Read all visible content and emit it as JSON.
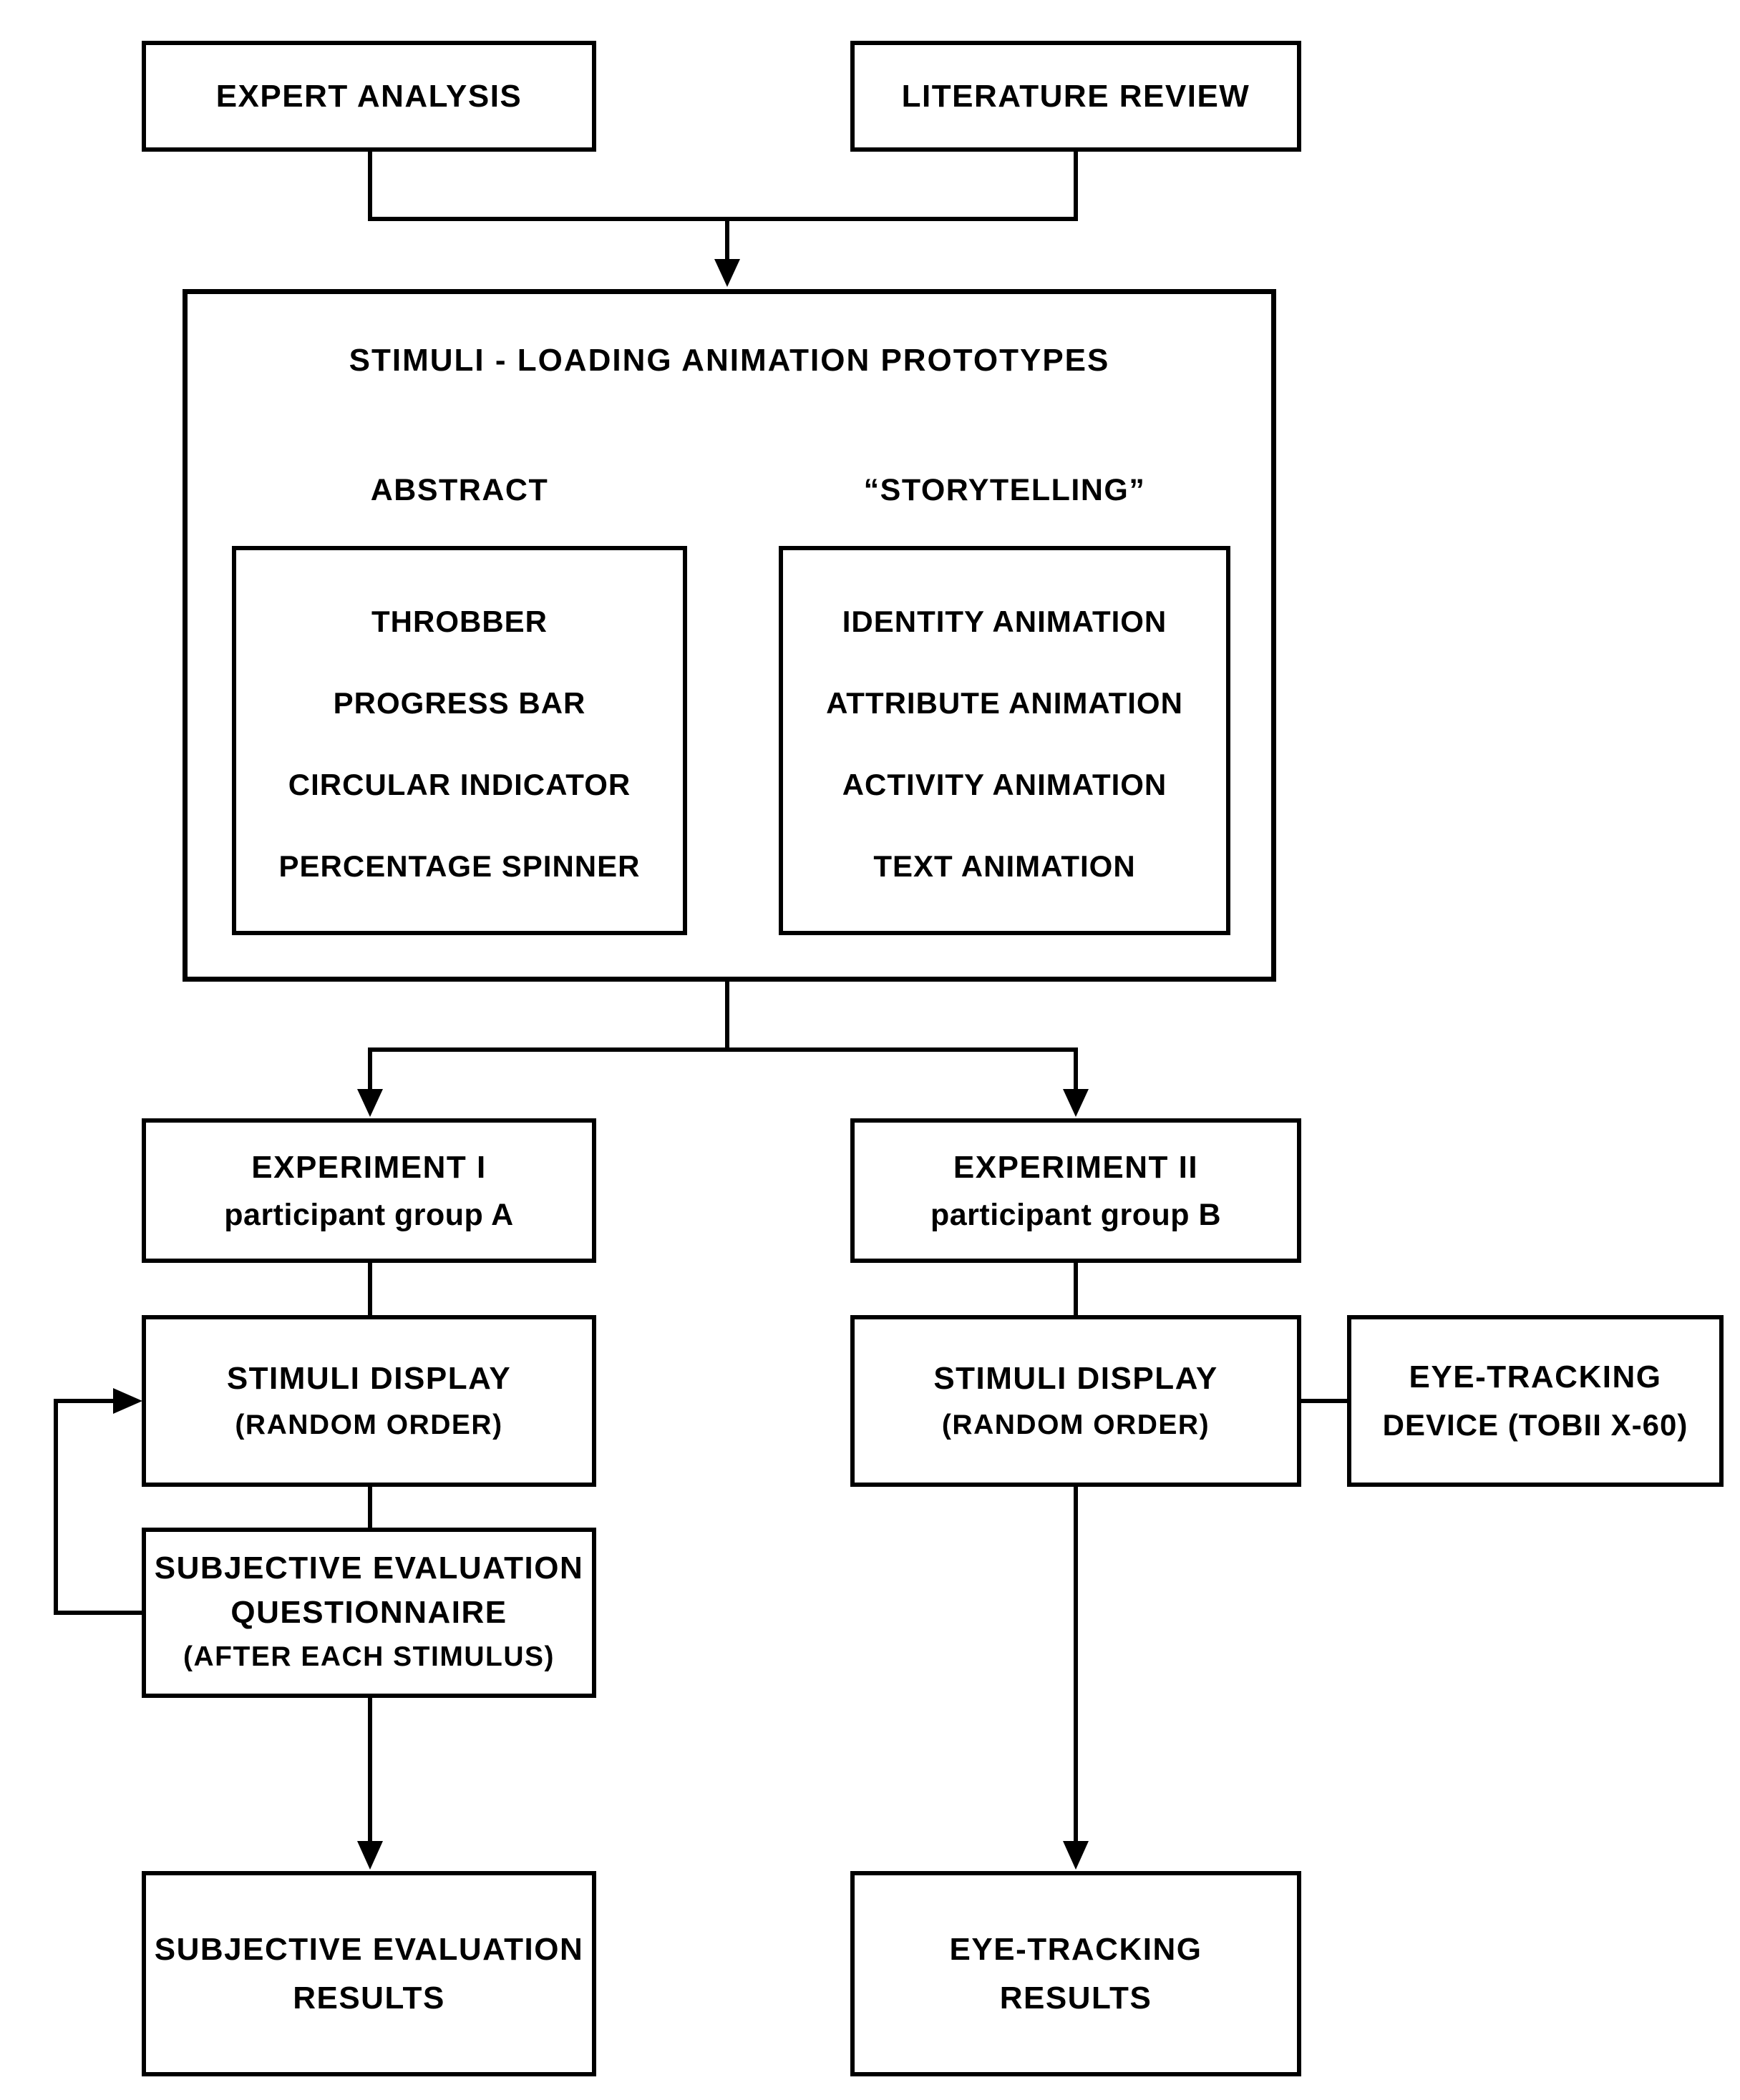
{
  "colors": {
    "ink": "#000000",
    "background": "#ffffff"
  },
  "nodes": {
    "expert_analysis": {
      "label": "EXPERT ANALYSIS"
    },
    "literature_review": {
      "label": "LITERATURE REVIEW"
    },
    "stimuli_prototypes": {
      "title": "STIMULI - LOADING ANIMATION PROTOTYPES",
      "abstract_label": "ABSTRACT",
      "storytelling_label": "“STORYTELLING”",
      "abstract_items": [
        "THROBBER",
        "PROGRESS BAR",
        "CIRCULAR INDICATOR",
        "PERCENTAGE SPINNER"
      ],
      "storytelling_items": [
        "IDENTITY ANIMATION",
        "ATTRIBUTE ANIMATION",
        "ACTIVITY ANIMATION",
        "TEXT ANIMATION"
      ]
    },
    "experiment_1": {
      "title": "EXPERIMENT I",
      "subtitle": "participant group A"
    },
    "experiment_2": {
      "title": "EXPERIMENT II",
      "subtitle": "participant group B"
    },
    "stimuli_display_a": {
      "line1": "STIMULI DISPLAY",
      "line2": "(RANDOM ORDER)"
    },
    "stimuli_display_b": {
      "line1": "STIMULI DISPLAY",
      "line2": "(RANDOM ORDER)"
    },
    "eye_tracking_device": {
      "line1": "EYE-TRACKING",
      "line2": "DEVICE (TOBII X-60)"
    },
    "questionnaire": {
      "line1": "SUBJECTIVE EVALUATION",
      "line2": "QUESTIONNAIRE",
      "line3": "(AFTER EACH STIMULUS)"
    },
    "subjective_results": {
      "line1": "SUBJECTIVE EVALUATION",
      "line2": "RESULTS"
    },
    "eye_tracking_results": {
      "line1": "EYE-TRACKING",
      "line2": "RESULTS"
    }
  }
}
